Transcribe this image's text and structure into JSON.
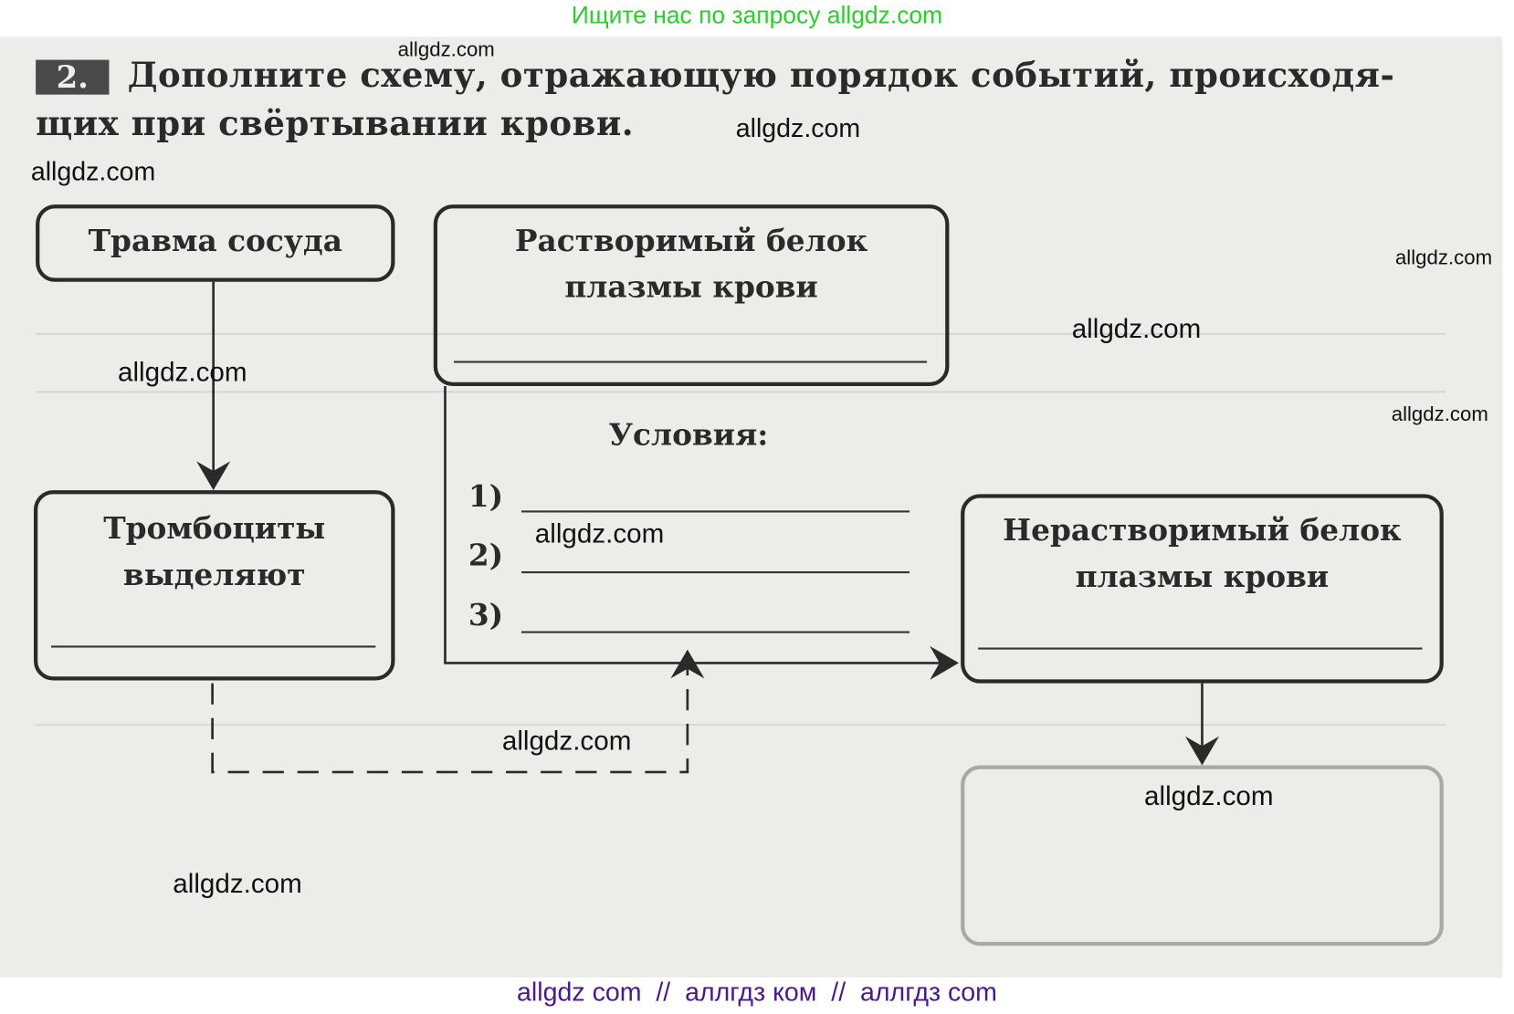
{
  "banner_top": "Ищите нас по запросу allgdz.com",
  "task": {
    "number": "2.",
    "title_line1": "Дополните схему, отражающую порядок событий, происходя-",
    "title_line2": "щих при свёртывании крови."
  },
  "diagram": {
    "box_trauma": "Травма сосуда",
    "box_soluble": [
      "Растворимый белок",
      "плазмы крови"
    ],
    "box_platelets": [
      "Тромбоциты",
      "выделяют"
    ],
    "box_insoluble": [
      "Нерастворимый белок",
      "плазмы крови"
    ],
    "conditions_label": "Условия:",
    "conditions": [
      "1)",
      "2)",
      "3)"
    ]
  },
  "watermarks": [
    "allgdz.com",
    "allgdz.com",
    "allgdz.com",
    "allgdz.com",
    "allgdz.com",
    "allgdz.com",
    "allgdz.com",
    "allgdz.com",
    "allgdz.com",
    "allgdz.com",
    "allgdz.com"
  ],
  "footer": "allgdz com  //  аллгдз ком  //  аллгдз com",
  "colors": {
    "banner": "#2ecc2e",
    "footer": "#4b1a8a",
    "page": "#ececeb"
  }
}
